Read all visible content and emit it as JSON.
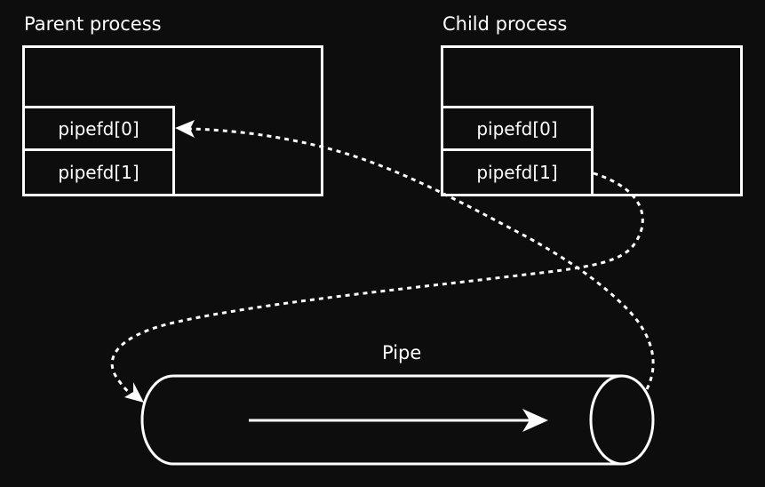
{
  "parent": {
    "title": "Parent process",
    "fd_read": "pipefd[0]",
    "fd_write": "pipefd[1]"
  },
  "child": {
    "title": "Child process",
    "fd_read": "pipefd[0]",
    "fd_write": "pipefd[1]"
  },
  "pipe": {
    "label": "Pipe"
  },
  "colors": {
    "background": "#0d0d0d",
    "stroke": "#ffffff"
  }
}
